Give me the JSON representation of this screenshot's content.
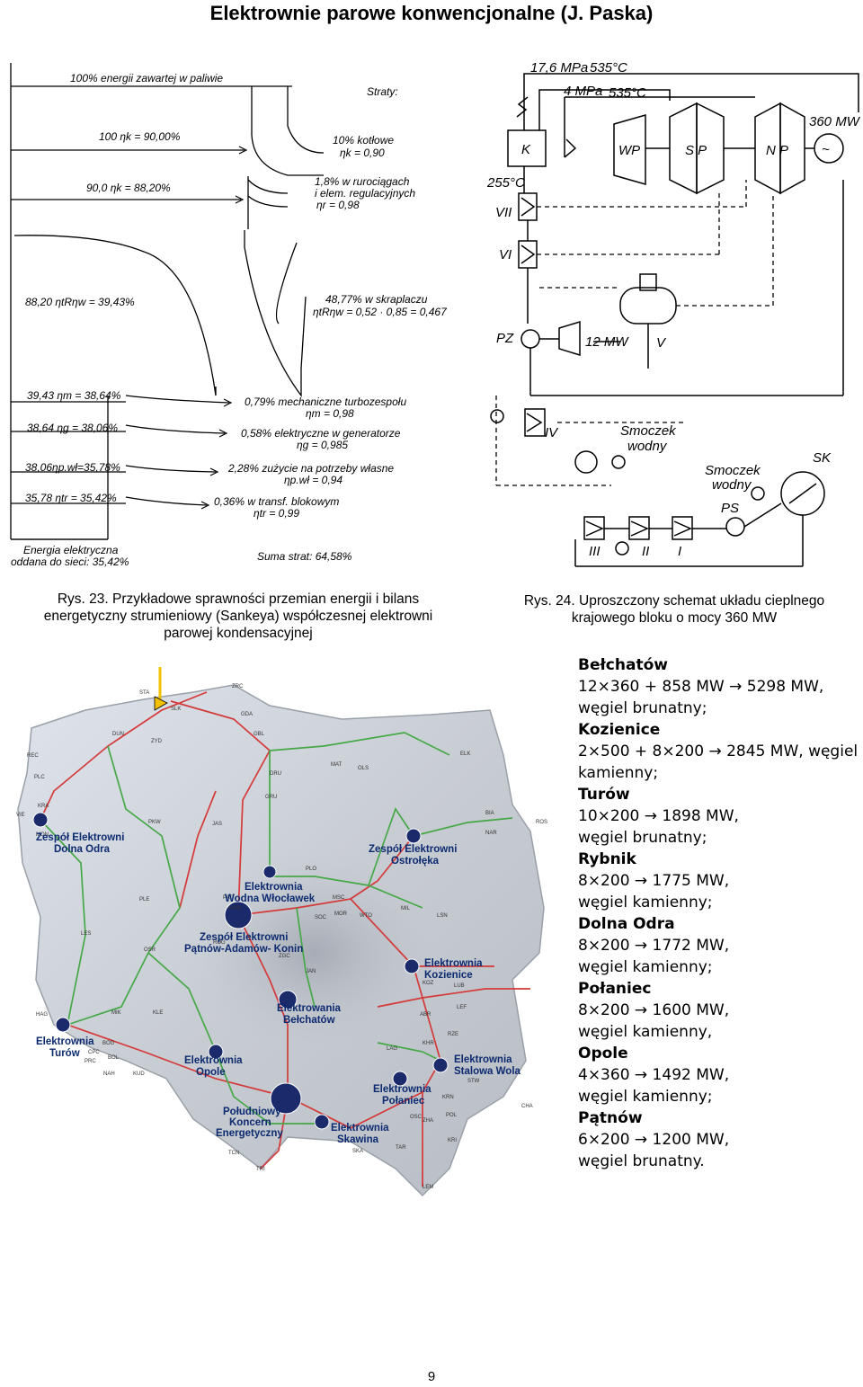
{
  "page": {
    "title": "Elektrownie parowe konwencjonalne (J. Paska)",
    "page_number": "9"
  },
  "sankey": {
    "top_label": "100% energii zawartej w paliwie",
    "losses_heading": "Straty:",
    "flow_1": "100 ηk = 90,00%",
    "loss_1a": "10% kotłowe",
    "loss_1b": "ηk = 0,90",
    "flow_2": "90,0 ηk = 88,20%",
    "loss_2a": "1,8% w rurociągach",
    "loss_2b": "i elem. regulacyjnych",
    "loss_2c": "ηr = 0,98",
    "flow_3": "88,20 ηtRηw = 39,43%",
    "loss_3a": "48,77% w skraplaczu",
    "loss_3b": "ηtRηw = 0,52 · 0,85 = 0,467",
    "flow_4": "39,43 ηm = 38,64%",
    "loss_4a": "0,79% mechaniczne turbozespołu",
    "loss_4b": "ηm = 0,98",
    "flow_5": "38,64 ηg = 38,06%",
    "loss_5a": "0,58% elektryczne w generatorze",
    "loss_5b": "ηg = 0,985",
    "flow_6": "38,06ηp.wł=35,78%",
    "loss_6a": "2,28% zużycie na potrzeby własne",
    "loss_6b": "ηp.wł = 0,94",
    "flow_7": "35,78 ηtr = 35,42%",
    "loss_7a": "0,36% w transf. blokowym",
    "loss_7b": "ηtr = 0,99",
    "output_a": "Energia elektryczna",
    "output_b": "oddana do sieci: 35,42%",
    "sum_losses": "Suma strat: 64,58%"
  },
  "scheme": {
    "p1": "17,6 MPa",
    "t1": "535°C",
    "p2": "4 MPa",
    "t2": "535°C",
    "power": "360 MW",
    "boiler": "K",
    "wp": "WP",
    "sp": "S P",
    "np": "N P",
    "t_fw": "255°C",
    "h7": "VII",
    "h6": "VI",
    "pz": "PZ",
    "pump_power": "12 MW",
    "deaerator": "V",
    "h4": "IV",
    "pump1a": "Smoczek",
    "pump1b": "wodny",
    "pump2a": "Smoczek",
    "pump2b": "wodny",
    "sk": "SK",
    "ps": "PS",
    "h3": "III",
    "h2": "II",
    "h1": "I",
    "gen_symbol": "~"
  },
  "captions": {
    "fig23_line1": "Rys. 23. Przykładowe sprawności przemian energii i bilans",
    "fig23_line2": "energetyczny strumieniowy (Sankeya) współczesnej elektrowni",
    "fig23_line3": "parowej kondensacyjnej",
    "fig24_line1": "Rys. 24. Uproszczony schemat układu cieplnego",
    "fig24_line2": "krajowego bloku o mocy 360 MW"
  },
  "map": {
    "labels": [
      {
        "l1": "Zespół Elektrowni",
        "l2": "Dolna Odra"
      },
      {
        "l1": "Zespół Elektrowni",
        "l2": "Ostrołęka"
      },
      {
        "l1": "Elektrownia",
        "l2": "Wodna Włocławek"
      },
      {
        "l1": "Zespół Elektrowni",
        "l2": "Pątnów-Adamów- Konin"
      },
      {
        "l1": "Elektrownia",
        "l2": "Kozienice"
      },
      {
        "l1": "Elektrowania",
        "l2": "Bełchatów"
      },
      {
        "l1": "Elektrownia",
        "l2": "Turów"
      },
      {
        "l1": "Elektrownia",
        "l2": "Opole"
      },
      {
        "l1": "Elektrownia",
        "l2": "Stalowa Wola"
      },
      {
        "l1": "Elektrownia",
        "l2": "Połaniec"
      },
      {
        "l1": "Południowy",
        "l2": "Koncern",
        "l3": "Energetyczny"
      },
      {
        "l1": "Elektrownia",
        "l2": "Skawina"
      }
    ],
    "codes": [
      "STA",
      "ZRC",
      "SLK",
      "GDA",
      "GBL",
      "DUN",
      "ZYD",
      "REC",
      "MAT",
      "OLS",
      "ELK",
      "PLC",
      "VIE",
      "KRA",
      "MON",
      "GRU",
      "BIA",
      "ROS",
      "NAR",
      "PKW",
      "JAS",
      "PLO",
      "DRU",
      "PAT",
      "KON",
      "PLE",
      "MSC",
      "MOR",
      "WTO",
      "SOC",
      "MIL",
      "LSN",
      "LES",
      "OSR",
      "ROG",
      "ZGC",
      "JAN",
      "KOZ",
      "LUB",
      "LEF",
      "ABR",
      "RZE",
      "KRN",
      "HAG",
      "MIK",
      "BOG",
      "CPC",
      "BOL",
      "KLE",
      "PRC",
      "NAH",
      "KUD",
      "TRI",
      "TCN",
      "LAG",
      "KHR",
      "POL",
      "OSC",
      "STW",
      "CHA",
      "KRI",
      "SKA",
      "TAR",
      "ZHA",
      "LEM"
    ]
  },
  "plants": [
    {
      "name": "Bełchatów",
      "desc1": "12×360 + 858 MW → 5298 MW,",
      "desc2": "węgiel brunatny;"
    },
    {
      "name": "Kozienice",
      "desc1": "2×500 + 8×200 → 2845 MW, węgiel",
      "desc2": "kamienny;"
    },
    {
      "name": "Turów",
      "desc1": "10×200 → 1898 MW,",
      "desc2": "węgiel brunatny;"
    },
    {
      "name": "Rybnik",
      "desc1": "8×200 → 1775 MW,",
      "desc2": "węgiel kamienny;"
    },
    {
      "name": "Dolna Odra",
      "desc1": "8×200 → 1772 MW,",
      "desc2": "węgiel kamienny;"
    },
    {
      "name": "Połaniec",
      "desc1": "8×200 → 1600 MW,",
      "desc2": "węgiel kamienny,"
    },
    {
      "name": "Opole",
      "desc1": "4×360 → 1492 MW,",
      "desc2": "węgiel kamienny;"
    },
    {
      "name": "Pątnów",
      "desc1": "6×200 → 1200 MW,",
      "desc2": "węgiel brunatny."
    }
  ]
}
